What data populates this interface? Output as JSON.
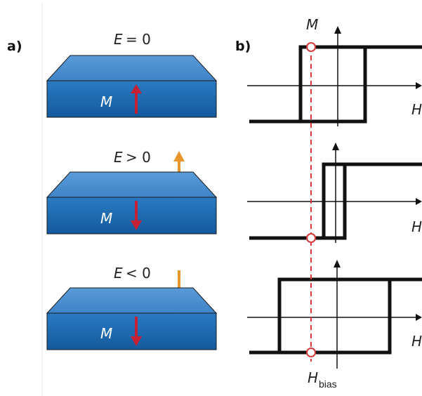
{
  "panels": {
    "a_label": "a)",
    "b_label": "b)"
  },
  "states": [
    {
      "e_symbol": "E",
      "e_relation": "= 0",
      "m_label": "M",
      "m_direction": "up",
      "e_arrow": "none"
    },
    {
      "e_symbol": "E",
      "e_relation": "> 0",
      "m_label": "M",
      "m_direction": "down",
      "e_arrow": "up"
    },
    {
      "e_symbol": "E",
      "e_relation": "< 0",
      "m_label": "M",
      "m_direction": "down",
      "e_arrow": "down"
    }
  ],
  "axes": {
    "y_label": "M",
    "x_label": "H",
    "bias_label_main": "H",
    "bias_label_sub": "bias"
  },
  "colors": {
    "slab_top": "#4a8ed1",
    "slab_front": "#1f6fb8",
    "m_arrow": "#c62035",
    "e_arrow": "#e8962c",
    "loop": "#111111",
    "bias_line": "#d63a3a"
  }
}
